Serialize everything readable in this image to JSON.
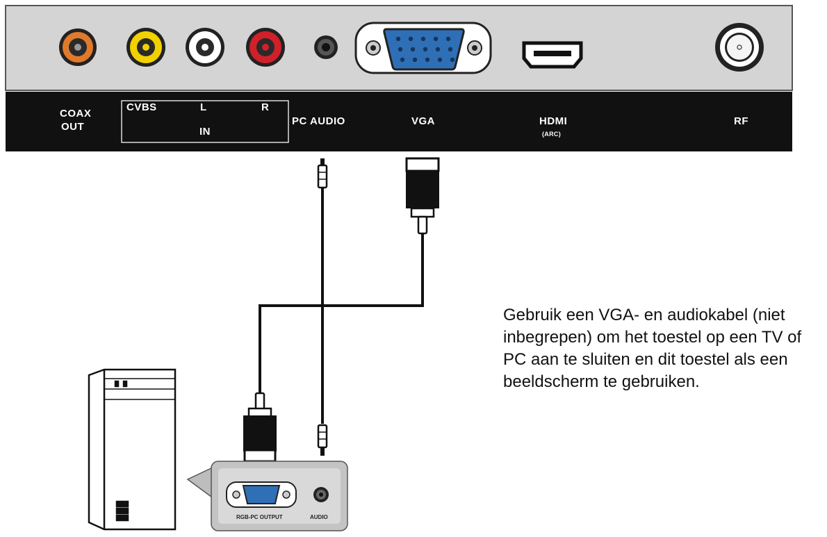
{
  "panel": {
    "labels": {
      "coax": "COAX",
      "out": "OUT",
      "cvbs": "CVBS",
      "l": "L",
      "r": "R",
      "in": "IN",
      "pc_audio": "PC AUDIO",
      "vga": "VGA",
      "hdmi": "HDMI",
      "arc": "(ARC)",
      "rf": "RF"
    },
    "port_colors": {
      "coax": "#e07a2a",
      "cvbs": "#f2d100",
      "audio_l": "#ffffff",
      "audio_r": "#d0202a",
      "vga": "#2f6fb5"
    }
  },
  "pc": {
    "labels": {
      "rgb_output": "RGB-PC OUTPUT",
      "audio": "AUDIO"
    }
  },
  "description": "Gebruik een VGA- en audiokabel (niet inbegrepen) om het toestel op een TV of PC aan te sluiten en dit toestel als een beeldscherm te gebruiken.",
  "icons": [
    "rca-jack-icon",
    "audio-jack-icon",
    "vga-port-icon",
    "hdmi-port-icon",
    "rf-antenna-port-icon",
    "vga-plug-icon",
    "audio-plug-icon",
    "pc-tower-icon"
  ]
}
